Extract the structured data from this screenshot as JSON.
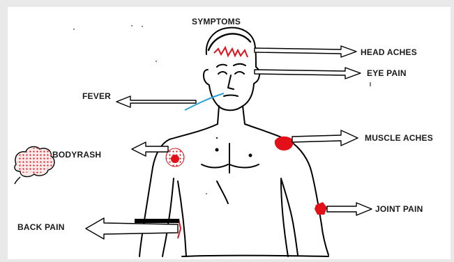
{
  "title": "SYMPTOMS",
  "labels": {
    "head_aches": "HEAD ACHES",
    "eye_pain": "EYE PAIN",
    "fever": "FEVER",
    "muscle_aches": "MUSCLE ACHES",
    "bodyrash": "BODYRASH",
    "joint_pain": "JOINT PAIN",
    "back_pain": "BACK PAIN"
  },
  "colors": {
    "frame": "#e9e9e9",
    "canvas": "#ffffff",
    "ink": "#000000",
    "pain_red": "#e3101a",
    "thermometer_blue": "#2aa0d8"
  }
}
